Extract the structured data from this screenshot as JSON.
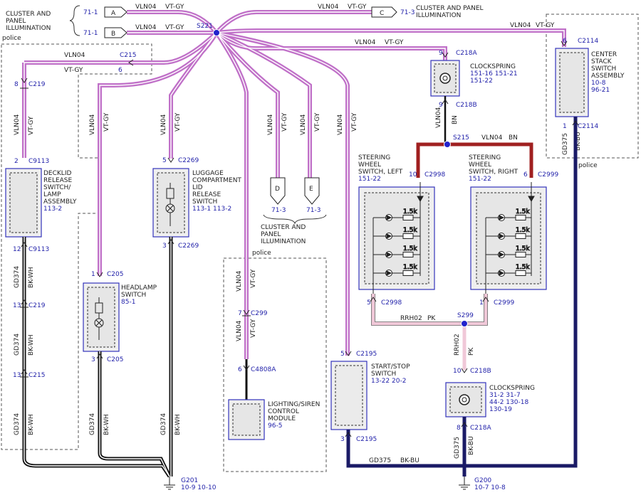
{
  "labels": {
    "cluster_top_left": [
      "CLUSTER AND",
      "PANEL",
      "ILLUMINATION"
    ],
    "cluster_top_right": [
      "CLUSTER AND PANEL",
      "ILLUMINATION"
    ],
    "cluster_bottom": [
      "CLUSTER AND",
      "PANEL",
      "ILLUMINATION"
    ],
    "ref_71_1": "71-1",
    "ref_71_3": "71-3",
    "police": "police",
    "splice_s221": "S221",
    "splice_s215": "S215",
    "splice_s299": "S299",
    "g201": "G201",
    "g201_refs": "10-9    10-10",
    "g200": "G200",
    "g200_refs": "10-7    10-8"
  },
  "connectors_letters": [
    "A",
    "B",
    "C",
    "D",
    "E"
  ],
  "wires": {
    "vln04": "VLN04",
    "vt_gy": "VT-GY",
    "bn": "BN",
    "gd374": "GD374",
    "bk_wh": "BK-WH",
    "gd375": "GD375",
    "bk_bu": "BK-BU",
    "rrh02": "RRH02",
    "pk": "PK"
  },
  "connectors": {
    "c215": "C215",
    "c219": "C219",
    "c9113": "C9113",
    "c205": "C205",
    "c2269": "C2269",
    "c299": "C299",
    "c4808a": "C4808A",
    "c2195": "C2195",
    "c218a": "C218A",
    "c218b": "C218B",
    "c2998": "C2998",
    "c2999": "C2999",
    "c2114": "C2114"
  },
  "pins": {
    "p1": "1",
    "p2": "2",
    "p3": "3",
    "p5": "5",
    "p6": "6",
    "p7": "7",
    "p8": "8",
    "p9": "9",
    "p10": "10",
    "p12": "12",
    "p13": "13"
  },
  "components": {
    "decklid": {
      "name": [
        "DECKLID",
        "RELEASE",
        "SWITCH/",
        "LAMP",
        "ASSEMBLY"
      ],
      "ref": "113-2"
    },
    "headlamp": {
      "name": [
        "HEADLAMP",
        "SWITCH"
      ],
      "ref": "85-1"
    },
    "luggage": {
      "name": [
        "LUGGAGE",
        "COMPARTMENT",
        "LID",
        "RELEASE",
        "SWITCH"
      ],
      "ref": "113-1    113-2"
    },
    "lighting": {
      "name": [
        "LIGHTING/SIREN",
        "CONTROL",
        "MODULE"
      ],
      "ref": "96-5"
    },
    "startstop": {
      "name": [
        "START/STOP",
        "SWITCH"
      ],
      "ref": "13-22    20-2"
    },
    "clockspring_top": {
      "name": [
        "CLOCKSPRING"
      ],
      "refs": [
        "151-16   151-21",
        "151-22"
      ]
    },
    "clockspring_bottom": {
      "name": [
        "CLOCKSPRING"
      ],
      "refs": [
        "31-2    31-7",
        "44-2     130-18",
        "130-19"
      ]
    },
    "sw_left": {
      "name": [
        "STEERING",
        "WHEEL",
        "SWITCH, LEFT"
      ],
      "ref": "151-22"
    },
    "sw_right": {
      "name": [
        "STEERING",
        "WHEEL",
        "SWITCH, RIGHT"
      ],
      "ref": "151-22"
    },
    "center_stack": {
      "name": [
        "CENTER",
        "STACK",
        "SWITCH",
        "ASSEMBLY"
      ],
      "refs": [
        "10-8",
        "96-21"
      ]
    }
  },
  "resistor_value": "1.5k"
}
